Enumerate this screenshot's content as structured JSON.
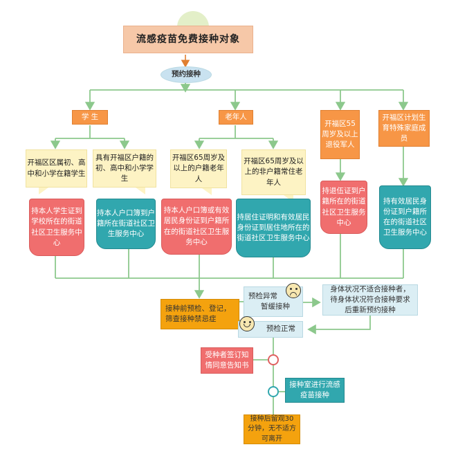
{
  "title": "流感疫苗免费接种对象",
  "appointment": "预约接种",
  "groups": {
    "student": "学 生",
    "elderly": "老年人",
    "veteran": "开福区55周岁及以上退役军人",
    "family_planning": "开福区计划生育特殊家庭成员"
  },
  "targets": {
    "student_school": "开福区区属初、高中和小学在籍学生",
    "student_household": "具有开福区户籍的初、高中和小学学生",
    "elderly_local": "开福区65周岁及以上的户籍老年人",
    "elderly_nonlocal": "开福区65周岁及以上的非户籍常住老年人"
  },
  "instructions": {
    "student_school": "持本人学生证到学校所在的街道社区卫生服务中心",
    "student_household": "持本人户口簿到户籍所在街道社区卫生服务中心",
    "elderly_local": "持本人户口簿或有效居民身份证到户籍所在的街道社区卫生服务中心",
    "elderly_nonlocal": "持居住证明和有效居民身份证到居住地所在的街道社区卫生服务中心",
    "veteran": "持退伍证到户籍所在的街道社区卫生服务中心",
    "family_planning": "持有效居民身份证到户籍所在的街道社区卫生服务中心"
  },
  "process": {
    "pre_check": "接种前预检、登记，筛查接种禁忌症",
    "abnormal": "预检异常",
    "postpone": "暂缓接种",
    "unsuitable": "身体状况不适合接种者，待身体状况符合接种要求后重新预约接种",
    "normal": "预检正常",
    "consent": "受种者签订知情同意告知书",
    "vaccinate": "接种室进行流感疫苗接种",
    "observe": "接种后留观30分钟，无不适方可离开"
  },
  "colors": {
    "line": "#8cc88c",
    "orange": "#f79646",
    "cream": "#fdf3c4",
    "red": "#f06e6e",
    "teal": "#31a7ae",
    "light_blue": "#dbeef4",
    "gold": "#f4a20e"
  }
}
